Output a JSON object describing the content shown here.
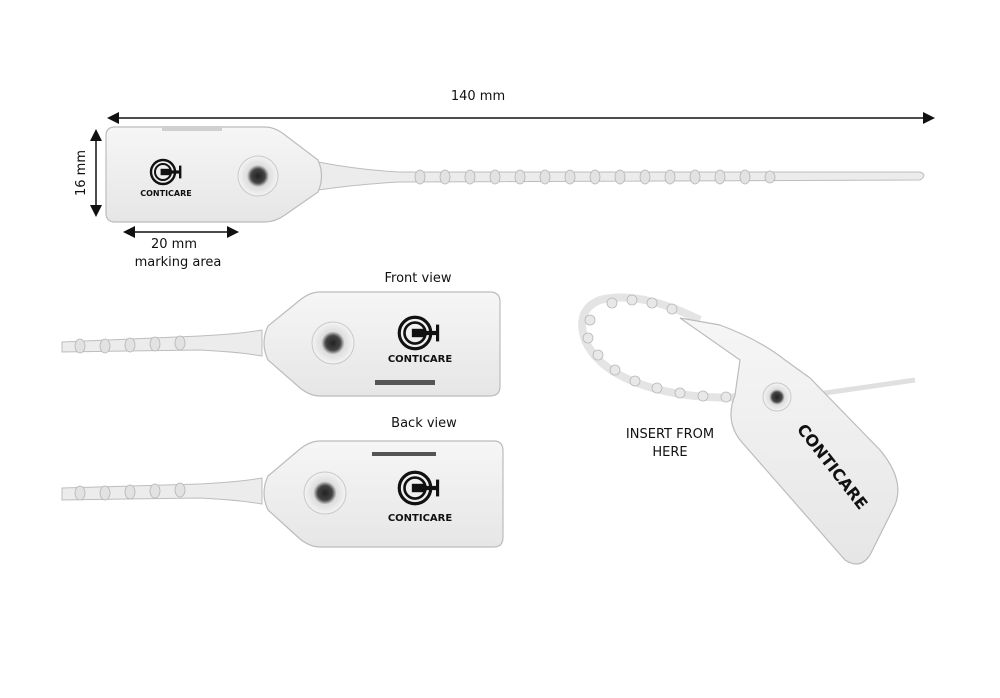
{
  "dimensions": {
    "length": "140 mm",
    "height": "16 mm",
    "marking_width": "20  mm",
    "marking_caption": "marking area"
  },
  "views": {
    "front": "Front view",
    "back": "Back view"
  },
  "insert": {
    "line1": "INSERT FROM",
    "line2": "HERE"
  },
  "brand": "CONTICARE"
}
